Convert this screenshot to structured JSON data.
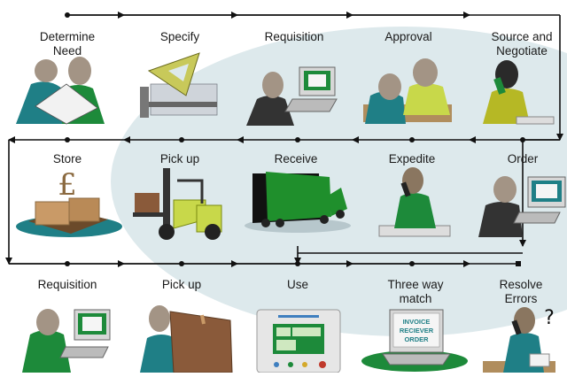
{
  "row1": [
    {
      "label": "Determine\nNeed"
    },
    {
      "label": "Specify"
    },
    {
      "label": "Requisition"
    },
    {
      "label": "Approval"
    },
    {
      "label": "Source and\nNegotiate"
    }
  ],
  "row2": [
    {
      "label": "Store"
    },
    {
      "label": "Pick up"
    },
    {
      "label": "Receive"
    },
    {
      "label": "Expedite"
    },
    {
      "label": "Order"
    }
  ],
  "row3": [
    {
      "label": "Requisition"
    },
    {
      "label": "Pick up"
    },
    {
      "label": "Use"
    },
    {
      "label": "Three way\nmatch"
    },
    {
      "label": "Resolve\nErrors"
    }
  ],
  "icons": {
    "currency_symbol": "£",
    "doc_lines": [
      "INVOICE",
      "RECIEVER",
      "ORDER"
    ],
    "question_mark": "?"
  },
  "colors": {
    "background_ellipse": "#dde9ec",
    "line": "#111111",
    "green": "#1d8a3a",
    "teal": "#1f7f86",
    "skin": "#a39485",
    "truck_green": "#1f8f2c"
  }
}
